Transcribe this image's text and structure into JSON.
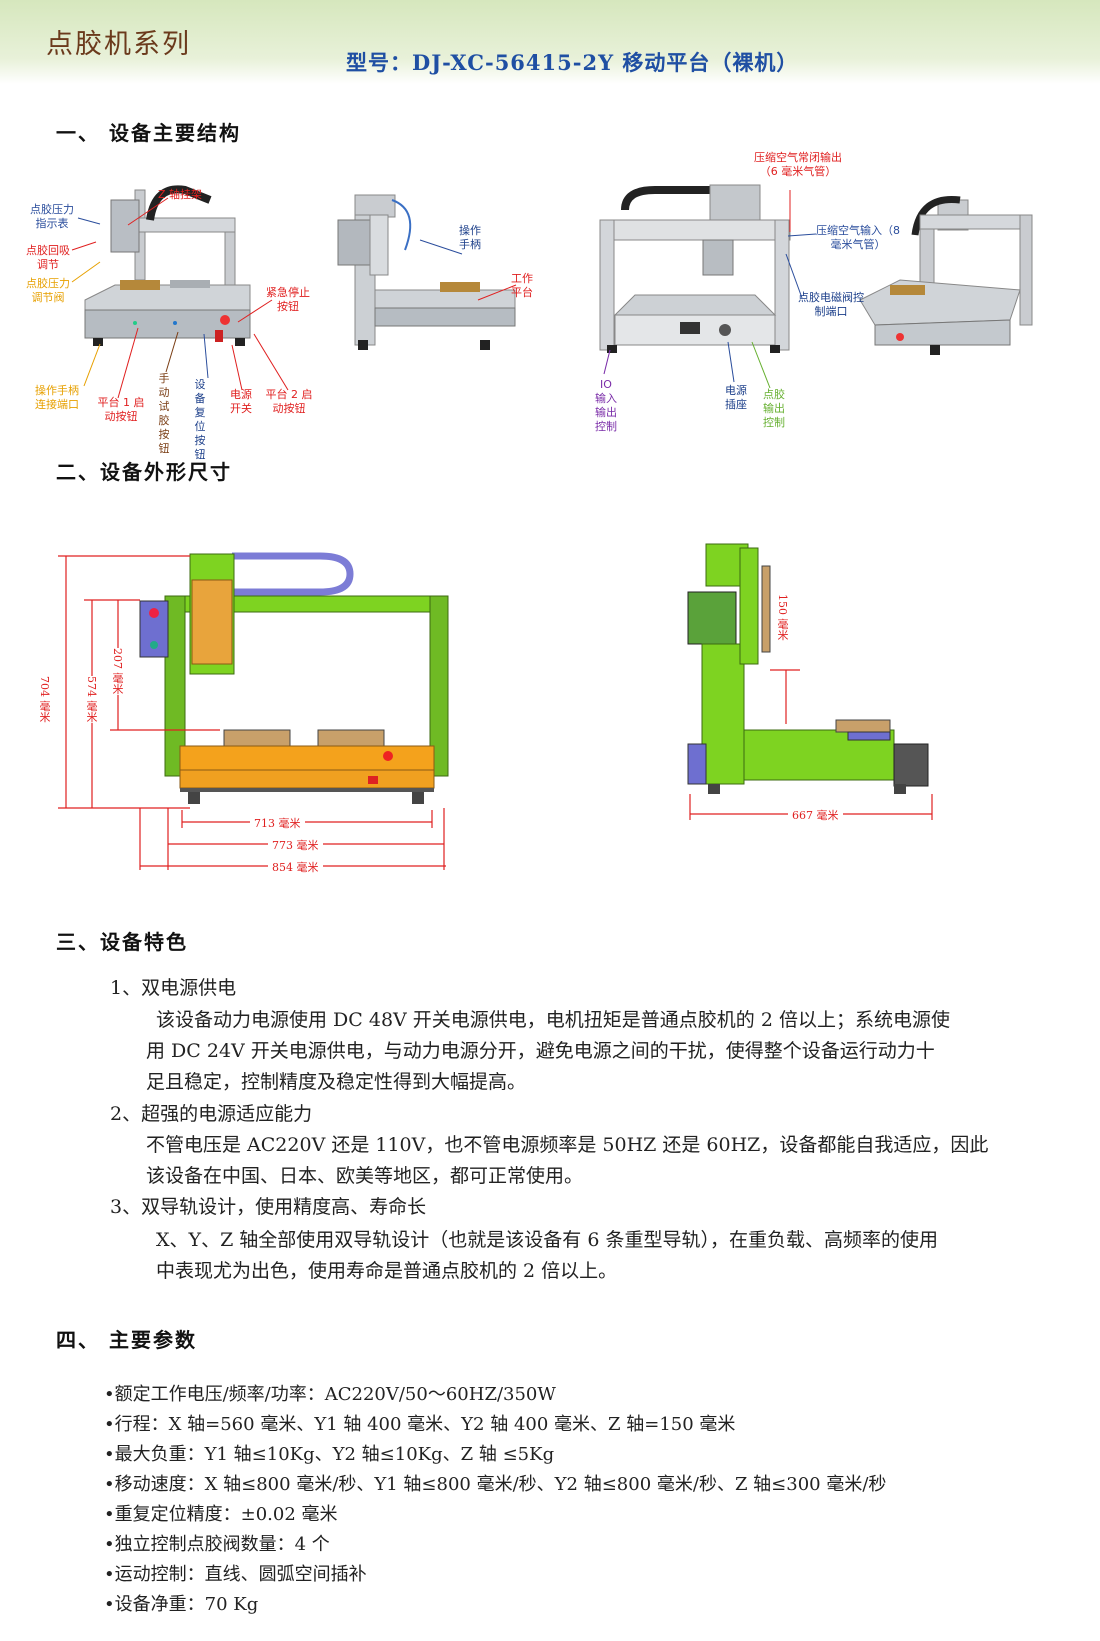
{
  "header": {
    "series": "点胶机系列",
    "model": "型号：DJ-XC-56415-2Y 移动平台（裸机）"
  },
  "sections": {
    "s1": "一、 设备主要结构",
    "s2": "二、设备外形尺寸",
    "s3": "三、设备特色",
    "s4": "四、 主要参数"
  },
  "structure_labels": {
    "z_mount": "Z 轴挂架",
    "pressure_gauge": "点胶压力指示表",
    "suction_adjust": "点胶回吸调节",
    "pressure_adjust": "点胶压力调节阀",
    "emergency_stop": "紧急停止按钮",
    "handle_port": "操作手柄连接端口",
    "platform1_start": "平台 1 启动按钮",
    "manual_test": "手动试胶按钮",
    "reset_button": "设备复位按钮",
    "power_switch": "电源开关",
    "platform2_start": "平台 2 启动按钮",
    "handle": "操作手柄",
    "work_platform": "工作平台",
    "air_out": "压缩空气常闭输出（6 毫米气管）",
    "air_in": "压缩空气输入（8 毫米气管）",
    "valve_port": "点胶电磁阀控制端口",
    "io": "IO 输入输出控制",
    "power_socket": "电源插座",
    "glue_output": "点胶输出控制"
  },
  "dimensions": {
    "h704": "704 毫米",
    "h574": "574 毫米",
    "h207": "207 毫米",
    "w713": "713 毫米",
    "w773": "773 毫米",
    "w854": "854 毫米",
    "z150": "150 毫米",
    "d667": "667 毫米"
  },
  "features": [
    {
      "title": "1、双电源供电",
      "lines": [
        "该设备动力电源使用 DC 48V 开关电源供电，电机扭矩是普通点胶机的 2 倍以上；系统电源使",
        "用 DC  24V 开关电源供电，与动力电源分开，避免电源之间的干扰，使得整个设备运行动力十",
        "足且稳定，控制精度及稳定性得到大幅提高。"
      ]
    },
    {
      "title": "2、超强的电源适应能力",
      "lines": [
        "不管电压是 AC220V 还是 110V，也不管电源频率是 50HZ 还是 60HZ，设备都能自我适应，因此",
        "该设备在中国、日本、欧美等地区，都可正常使用。"
      ]
    },
    {
      "title": "3、双导轨设计，使用精度高、寿命长",
      "lines": [
        "X、Y、Z 轴全部使用双导轨设计（也就是该设备有 6 条重型导轨），在重负载、高频率的使用",
        "中表现尤为出色，使用寿命是普通点胶机的 2 倍以上。"
      ]
    }
  ],
  "params": [
    "•额定工作电压/频率/功率：AC220V/50～60HZ/350W",
    "•行程：X 轴=560 毫米、Y1 轴 400 毫米、Y2 轴 400 毫米、Z 轴=150 毫米",
    "•最大负重：Y1 轴≤10Kg、Y2 轴≤10Kg、Z 轴 ≤5Kg",
    "•移动速度：X 轴≤800 毫米/秒、Y1 轴≤800 毫米/秒、Y2 轴≤800 毫米/秒、Z 轴≤300 毫米/秒",
    "•重复定位精度：±0.02 毫米",
    "•独立控制点胶阀数量：4 个",
    "•运动控制：直线、圆弧空间插补",
    "•设备净重：70 Kg"
  ]
}
